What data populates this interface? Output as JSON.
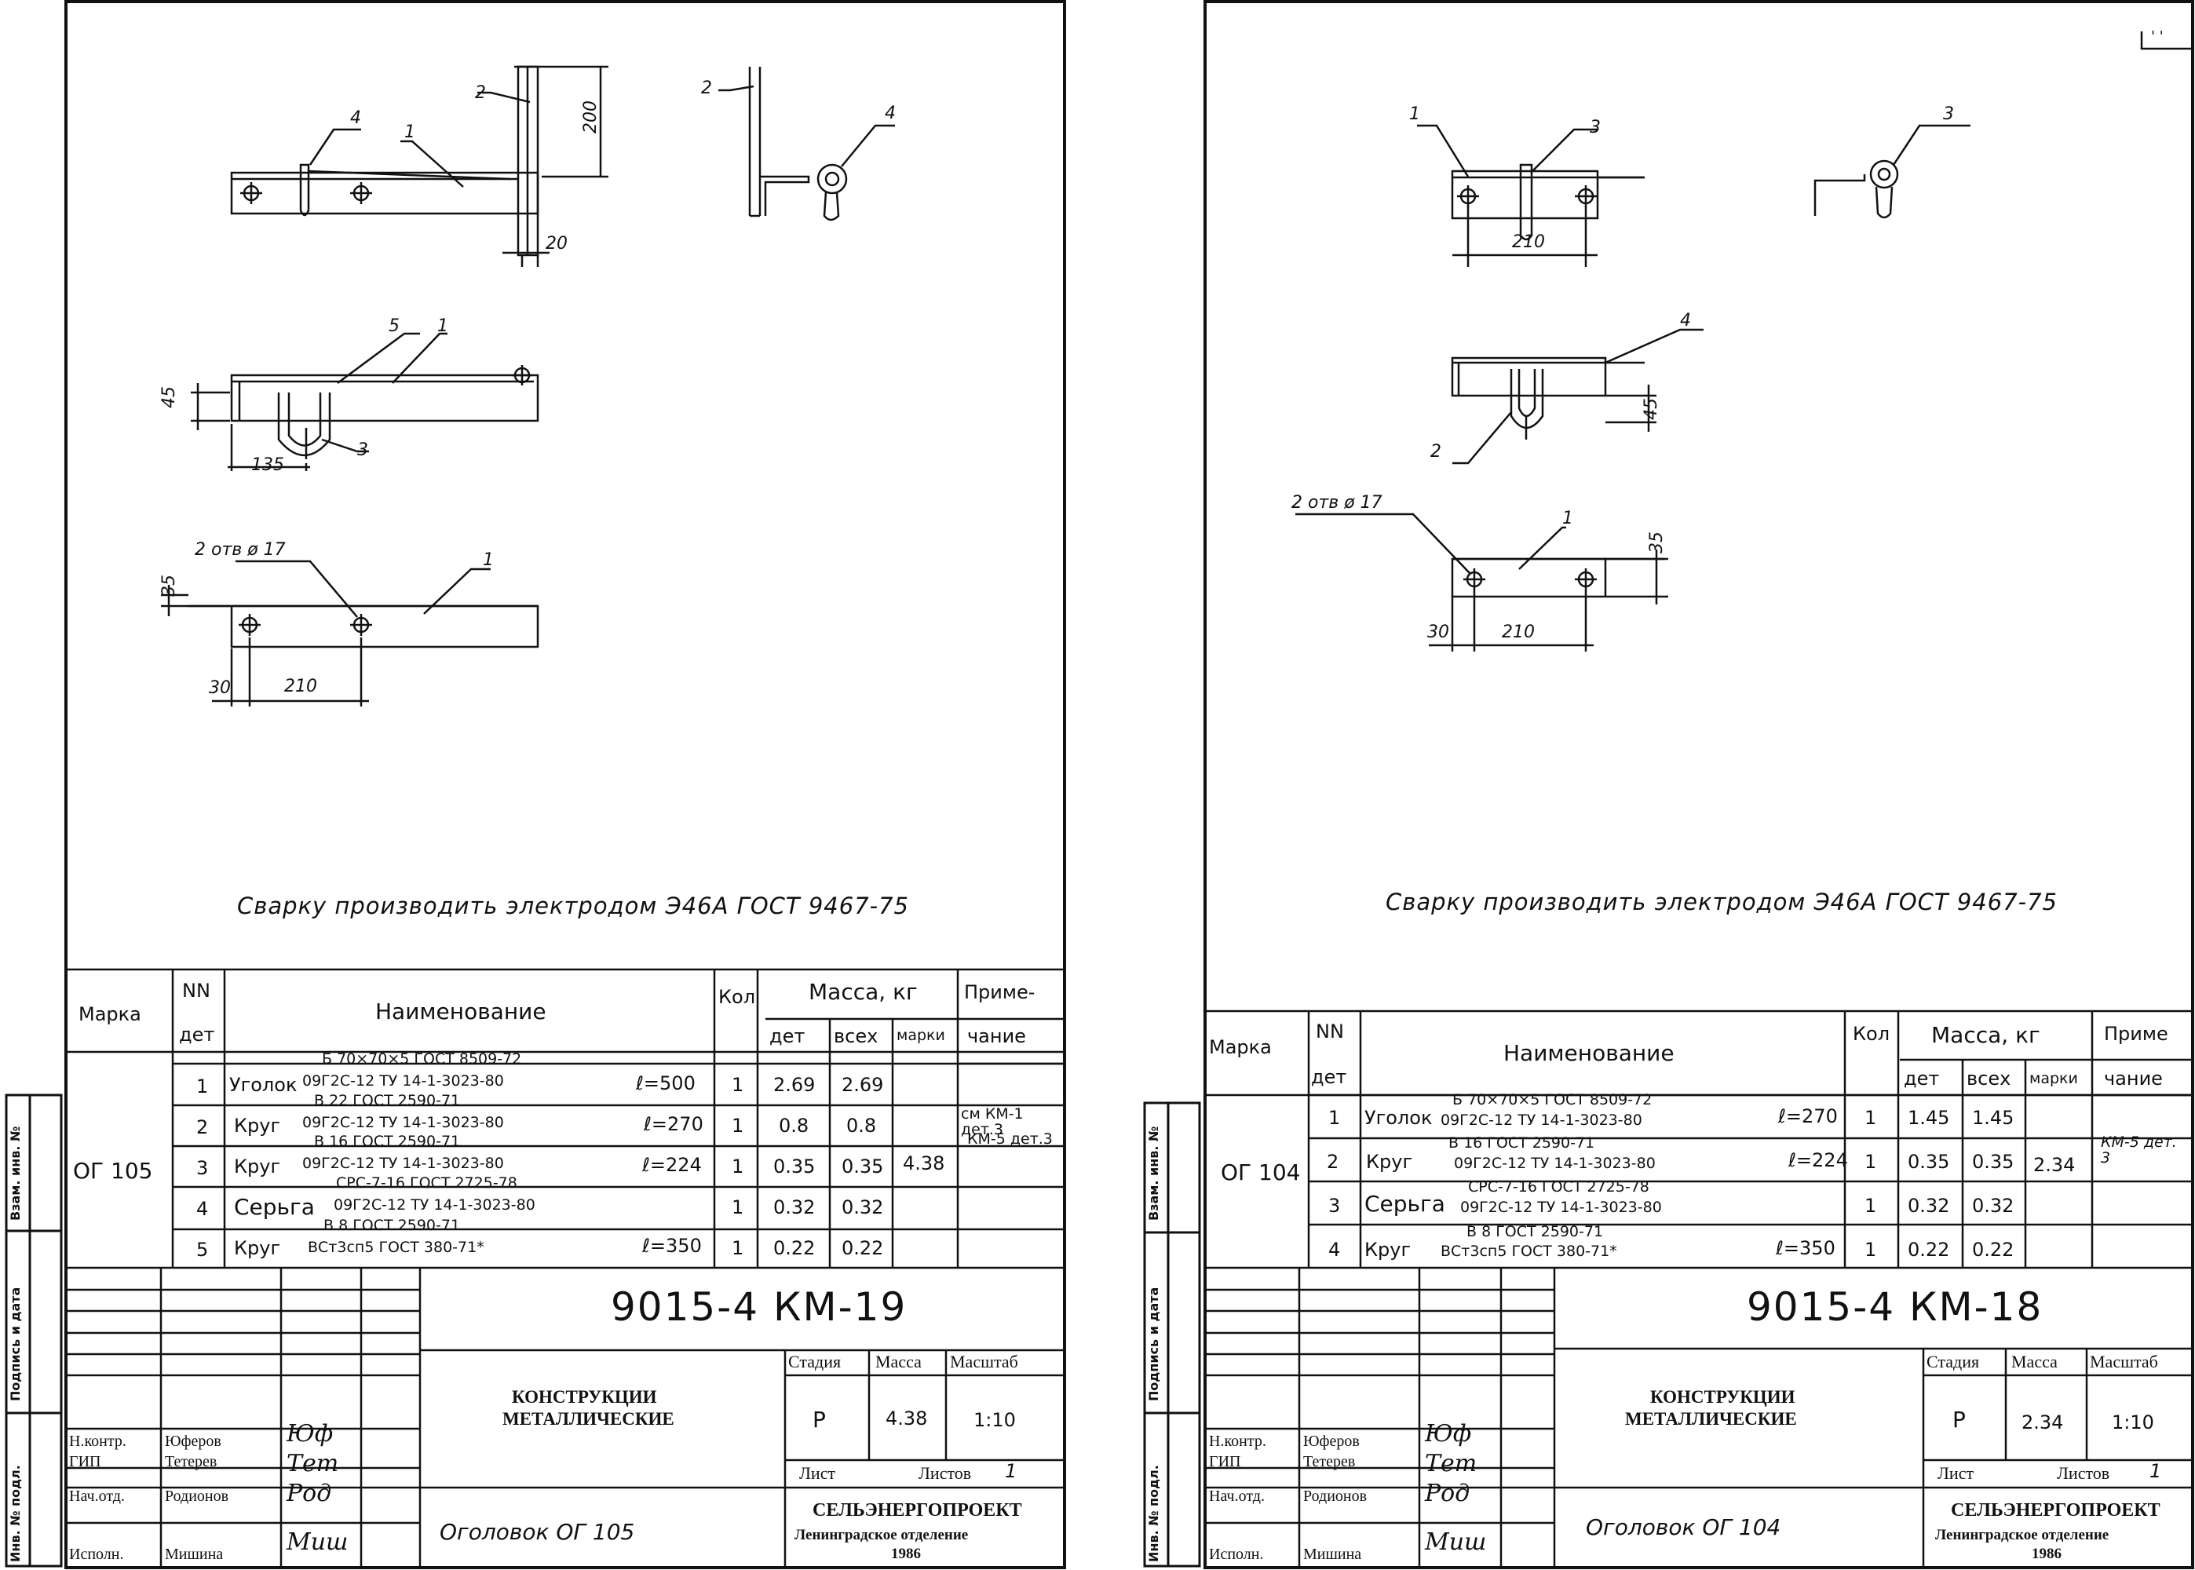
{
  "doc": {
    "corner_mark": "' '"
  },
  "edge_labels": {
    "inv_podl": "Инв. № подл.",
    "podpis": "Подпись и дата",
    "vzam": "Взам. инв. №"
  },
  "sheets": [
    {
      "callouts": {
        "n1": "1",
        "n2": "2",
        "n3": "3",
        "n4": "4",
        "n5": "5"
      },
      "dims": {
        "d200": "200",
        "d20": "20",
        "d45": "45",
        "d135": "135",
        "d35": "35",
        "d30": "30",
        "d210": "210",
        "holes": "2 отв ø 17"
      },
      "note": "Сварку производить электродом Э46А ГОСТ 9467-75",
      "headers": {
        "marka": "Марка",
        "nn": "NN",
        "det_hdr": "дет",
        "name": "Наименование",
        "kol": "Кол",
        "mass": "Масса, кг",
        "det": "дет",
        "vseh": "всех",
        "marki": "марки",
        "prim_a": "Приме-",
        "prim_b": "чание"
      },
      "mark": "ОГ 105",
      "mass_total": "4.38",
      "rows": [
        {
          "n": "1",
          "name": "Уголок",
          "top": "Б 70×70×5 ГОСТ 8509-72",
          "bottom": "09Г2С-12 ТУ 14-1-3023-80",
          "len": "ℓ=500",
          "kol": "1",
          "m1": "2.69",
          "m2": "2.69",
          "note": ""
        },
        {
          "n": "2",
          "name": "Круг",
          "top": "В 22 ГОСТ 2590-71",
          "bottom": "09Г2С-12 ТУ 14-1-3023-80",
          "len": "ℓ=270",
          "kol": "1",
          "m1": "0.8",
          "m2": "0.8",
          "note": "см КМ-1 дет.3"
        },
        {
          "n": "3",
          "name": "Круг",
          "top": "В 16 ГОСТ 2590-71",
          "bottom": "09Г2С-12 ТУ 14-1-3023-80",
          "len": "ℓ=224",
          "kol": "1",
          "m1": "0.35",
          "m2": "0.35",
          "note": "КМ-5 дет.3"
        },
        {
          "n": "4",
          "name": "Серьга",
          "top": "СРС-7-16 ГОСТ 2725-78",
          "bottom": "09Г2С-12 ТУ 14-1-3023-80",
          "len": "",
          "kol": "1",
          "m1": "0.32",
          "m2": "0.32",
          "note": ""
        },
        {
          "n": "5",
          "name": "Круг",
          "top": "В 8 ГОСТ 2590-71",
          "bottom": "ВСт3сп5 ГОСТ 380-71*",
          "len": "ℓ=350",
          "kol": "1",
          "m1": "0.22",
          "m2": "0.22",
          "note": ""
        }
      ],
      "title": {
        "code": "9015-4 КМ-19",
        "stage_lbl": "Стадия",
        "mass_lbl": "Масса",
        "scale_lbl": "Масштаб",
        "stage": "Р",
        "mass": "4.38",
        "scale": "1:10",
        "sheet_lbl": "Лист",
        "sheets_lbl": "Листов",
        "sheets": "1",
        "desc_a": "КОНСТРУКЦИИ",
        "desc_b": "МЕТАЛЛИЧЕСКИЕ",
        "item": "Оголовок ОГ 105",
        "org_a": "СЕЛЬЭНЕРГОПРОЕКТ",
        "org_b": "Ленинградское отделение",
        "year": "1986",
        "roles": [
          "Н.контр.",
          "ГИП",
          "Нач.отд.",
          "Исполн."
        ],
        "names": [
          "Юферов",
          "Тетерев",
          "Родионов",
          "Мишина"
        ],
        "sigs": [
          "Юф",
          "Тет",
          "Род",
          "Миш"
        ]
      }
    },
    {
      "callouts": {
        "n1": "1",
        "n2": "2",
        "n3": "3",
        "n4": "4"
      },
      "dims": {
        "d210": "210",
        "d45": "45",
        "d35": "35",
        "d30": "30",
        "holes": "2 отв ø 17"
      },
      "note": "Сварку производить электродом Э46А ГОСТ 9467-75",
      "headers": {
        "marka": "Марка",
        "nn": "NN",
        "det_hdr": "дет",
        "name": "Наименование",
        "kol": "Кол",
        "mass": "Масса, кг",
        "det": "дет",
        "vseh": "всех",
        "marki": "марки",
        "prim_a": "Приме",
        "prim_b": "чание"
      },
      "mark": "ОГ 104",
      "mass_total": "2.34",
      "rows": [
        {
          "n": "1",
          "name": "Уголок",
          "top": "Б 70×70×5 ГОСТ 8509-72",
          "bottom": "09Г2С-12 ТУ 14-1-3023-80",
          "len": "ℓ=270",
          "kol": "1",
          "m1": "1.45",
          "m2": "1.45",
          "note": ""
        },
        {
          "n": "2",
          "name": "Круг",
          "top": "В 16 ГОСТ 2590-71",
          "bottom": "09Г2С-12 ТУ 14-1-3023-80",
          "len": "ℓ=224",
          "kol": "1",
          "m1": "0.35",
          "m2": "0.35",
          "note": "КМ-5 дет. 3"
        },
        {
          "n": "3",
          "name": "Серьга",
          "top": "СРС-7-16 ГОСТ 2725-78",
          "bottom": "09Г2С-12 ТУ 14-1-3023-80",
          "len": "",
          "kol": "1",
          "m1": "0.32",
          "m2": "0.32",
          "note": ""
        },
        {
          "n": "4",
          "name": "Круг",
          "top": "В 8 ГОСТ 2590-71",
          "bottom": "ВСт3сп5 ГОСТ 380-71*",
          "len": "ℓ=350",
          "kol": "1",
          "m1": "0.22",
          "m2": "0.22",
          "note": ""
        }
      ],
      "title": {
        "code": "9015-4 КМ-18",
        "stage_lbl": "Стадия",
        "mass_lbl": "Масса",
        "scale_lbl": "Масштаб",
        "stage": "Р",
        "mass": "2.34",
        "scale": "1:10",
        "sheet_lbl": "Лист",
        "sheets_lbl": "Листов",
        "sheets": "1",
        "desc_a": "КОНСТРУКЦИИ",
        "desc_b": "МЕТАЛЛИЧЕСКИЕ",
        "item": "Оголовок ОГ 104",
        "org_a": "СЕЛЬЭНЕРГОПРОЕКТ",
        "org_b": "Ленинградское отделение",
        "year": "1986",
        "roles": [
          "Н.контр.",
          "ГИП",
          "Нач.отд.",
          "Исполн."
        ],
        "names": [
          "Юферов",
          "Тетерев",
          "Родионов",
          "Мишина"
        ],
        "sigs": [
          "Юф",
          "Тет",
          "Род",
          "Миш"
        ]
      }
    }
  ]
}
